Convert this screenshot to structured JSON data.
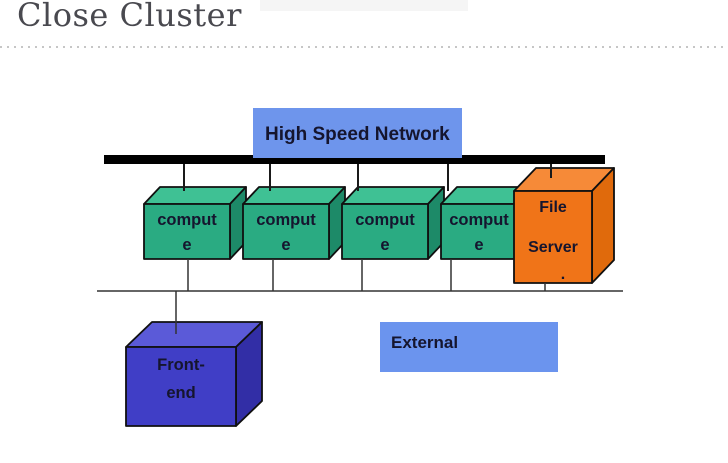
{
  "slide": {
    "title": "Close Cluster"
  },
  "diagram": {
    "network_label": "High Speed Network",
    "compute_nodes": [
      {
        "line1": "comput",
        "line2": "e"
      },
      {
        "line1": "comput",
        "line2": "e"
      },
      {
        "line1": "comput",
        "line2": "e"
      },
      {
        "line1": "comput",
        "line2": "e"
      }
    ],
    "file_server": {
      "line1": "File",
      "line2": "Server",
      "line3": "."
    },
    "front_end": {
      "line1": "Front-",
      "line2": "end"
    },
    "external_label": "External"
  },
  "colors": {
    "network_box": "#6e95ec",
    "network_text": "#1b2a6b",
    "external_box": "#6b94ee",
    "external_text": "#16265e",
    "compute_front": "#2aab82",
    "compute_top": "#3fc194",
    "compute_side": "#1d8a68",
    "file_server_front": "#f07418",
    "file_server_top": "#f68a38",
    "file_server_side": "#e06a0c",
    "front_end_front": "#403ec6",
    "front_end_top": "#5b5ad8",
    "front_end_side": "#322ea6",
    "bus_line": "#000000",
    "lan_line": "#3c3c3c",
    "title_text": "#49494f"
  }
}
